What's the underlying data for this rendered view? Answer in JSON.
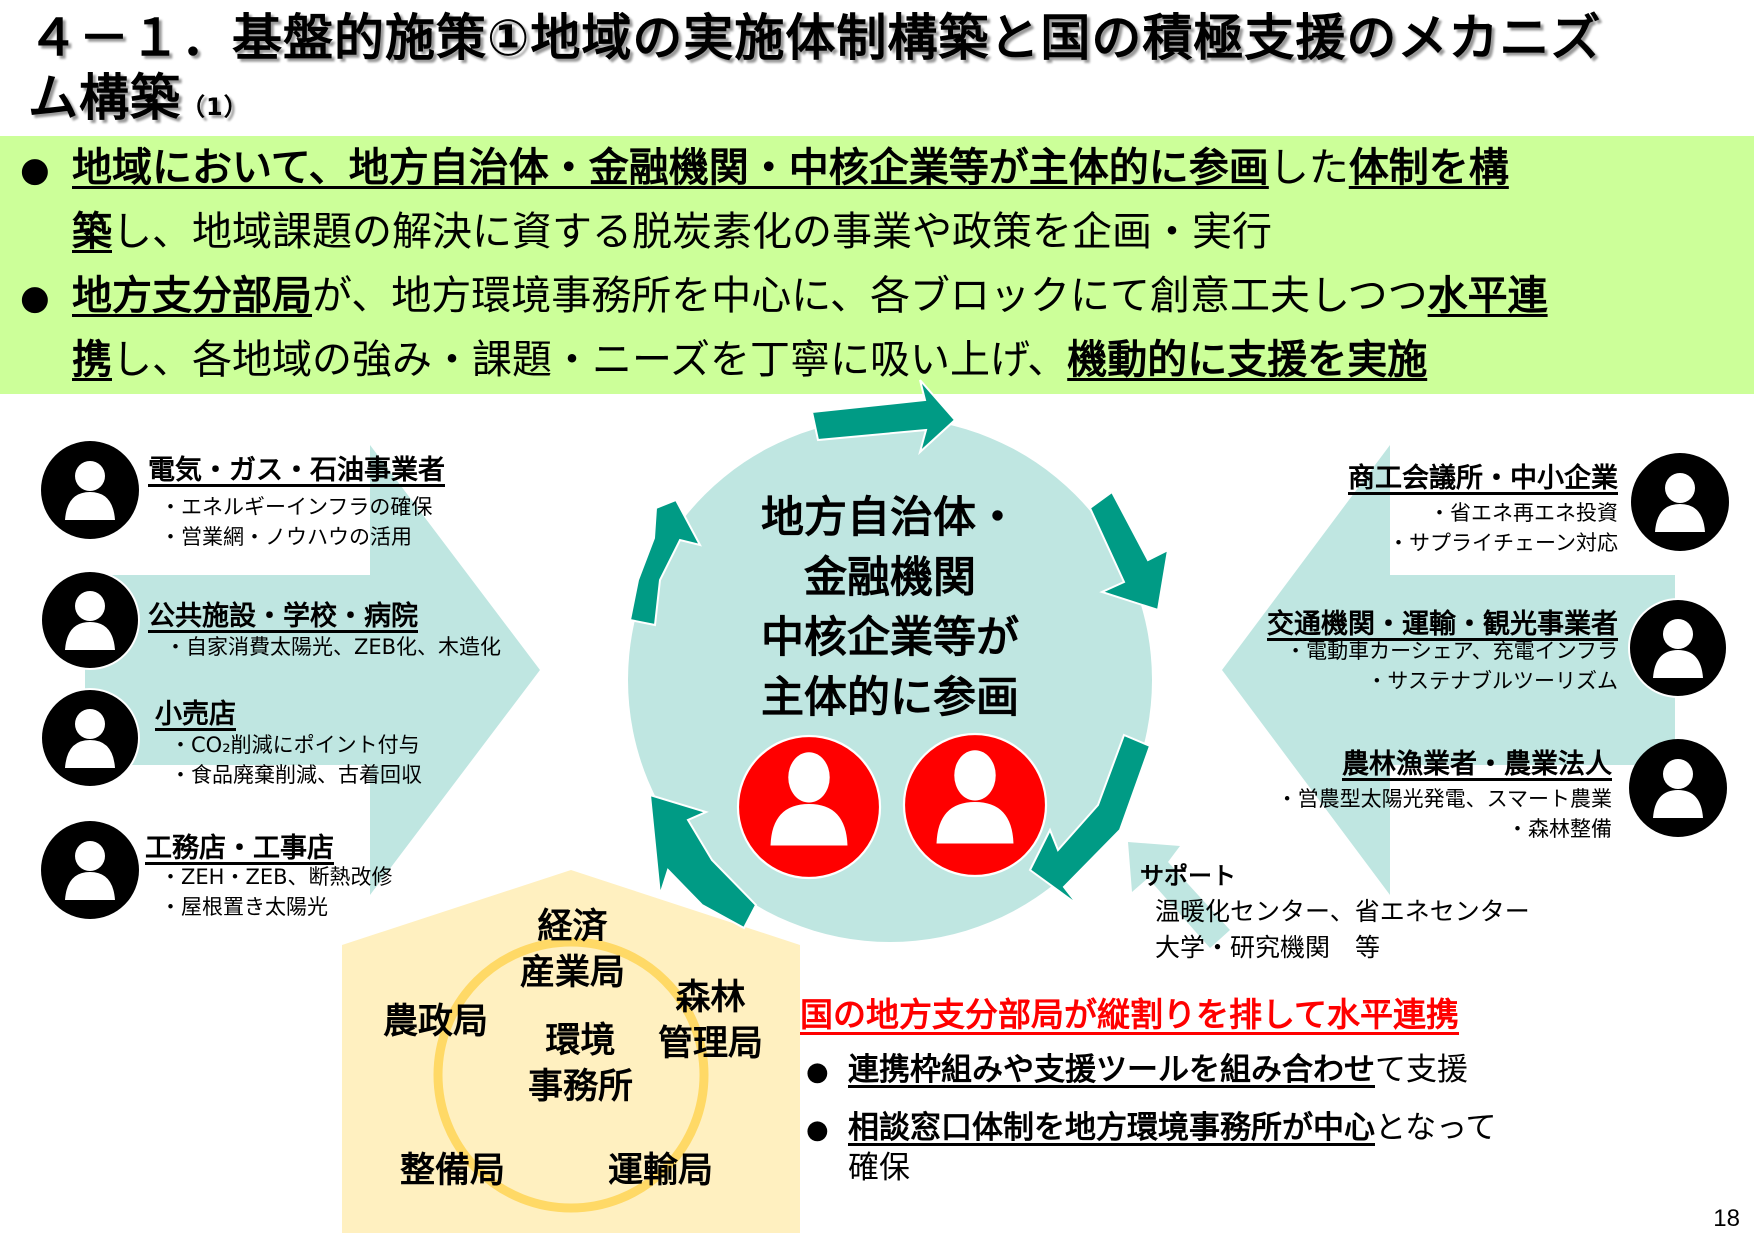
{
  "slide": {
    "title": "４－１．基盤的施策①地域の実施体制構築と国の積極支援のメカニズム構築",
    "title_line1": "４－１．基盤的施策①地域の実施体制構築と国の積極支援のメカニズ",
    "title_line2": "ム構築",
    "title_suffix": "（1）",
    "page_number": "18"
  },
  "banner": {
    "background": "#ccff99",
    "bullet_glyph": "●",
    "bullets": [
      {
        "lines": [
          [
            {
              "text": "地域において、地方自治体・金融機関・中核企業等が主体的に参画",
              "bold": true,
              "underline": true
            },
            {
              "text": "した",
              "bold": false,
              "underline": false
            },
            {
              "text": "体制を構",
              "bold": true,
              "underline": true
            }
          ],
          [
            {
              "text": "築",
              "bold": true,
              "underline": true
            },
            {
              "text": "し、地域課題の解決に資する脱炭素化の事業や政策を企画・実行",
              "bold": false,
              "underline": false
            }
          ]
        ]
      },
      {
        "lines": [
          [
            {
              "text": "地方支分部局",
              "bold": true,
              "underline": true
            },
            {
              "text": "が、地方環境事務所を中心に、各ブロックにて創意工夫しつつ",
              "bold": false,
              "underline": false
            },
            {
              "text": "水平連",
              "bold": true,
              "underline": true
            }
          ],
          [
            {
              "text": "携",
              "bold": true,
              "underline": true
            },
            {
              "text": "し、各地域の強み・課題・ニーズを丁寧に吸い上げ、",
              "bold": false,
              "underline": false
            },
            {
              "text": "機動的に支援を実施",
              "bold": true,
              "underline": true
            }
          ]
        ]
      }
    ]
  },
  "left_stakeholders": [
    {
      "title": "電気・ガス・石油事業者",
      "items": [
        "・エネルギーインフラの確保",
        "・営業網・ノウハウの活用"
      ]
    },
    {
      "title": "公共施設・学校・病院",
      "items": [
        "・自家消費太陽光、ZEB化、木造化"
      ]
    },
    {
      "title": "小売店",
      "items": [
        "・CO₂削減にポイント付与",
        "・食品廃棄削減、古着回収"
      ]
    },
    {
      "title": "工務店・工事店",
      "items": [
        "・ZEH・ZEB、断熱改修",
        "・屋根置き太陽光"
      ]
    }
  ],
  "right_stakeholders": [
    {
      "title": "商工会議所・中小企業",
      "items": [
        "・省エネ再エネ投資",
        "・サプライチェーン対応"
      ]
    },
    {
      "title": "交通機関・運輸・観光事業者",
      "items": [
        "・電動車カーシェア、充電インフラ",
        "・サステナブルツーリズム"
      ]
    },
    {
      "title": "農林漁業者・農業法人",
      "items": [
        "・営農型太陽光発電、スマート農業",
        "・森林整備"
      ]
    }
  ],
  "center": {
    "lines": [
      "地方自治体・",
      "金融機関",
      "中核企業等が",
      "主体的に参画"
    ],
    "circle_color": "#bfe6e1",
    "cycle_arrow_color": "#009b85",
    "avatar_color": "#ff0000"
  },
  "support": {
    "title": "サポート",
    "lines": [
      "温暖化センター、省エネセンター",
      "大学・研究機関　等"
    ]
  },
  "bureaus": {
    "house_color": "#fff0c0",
    "ring_color": "#ffd966",
    "center": [
      "環境",
      "事務所"
    ],
    "keizai": [
      "経済",
      "産業局"
    ],
    "shinrin": [
      "森林",
      "管理局"
    ],
    "nousei": [
      "農政局"
    ],
    "seibi": [
      "整備局"
    ],
    "unyu": [
      "運輸局"
    ]
  },
  "national": {
    "heading": "国の地方支分部局が縦割りを排して水平連携",
    "heading_color": "#ff0000",
    "bullet_glyph": "●",
    "bullets": [
      {
        "bold_text": "連携枠組みや支援ツールを組み合わせ",
        "rest": "て支援",
        "cont": ""
      },
      {
        "bold_text": "相談窓口体制を地方環境事務所が中心",
        "rest": "となって",
        "cont": "確保"
      }
    ]
  },
  "colors": {
    "big_arrow": "#bfe6e1",
    "avatar_dark": "#000000"
  }
}
